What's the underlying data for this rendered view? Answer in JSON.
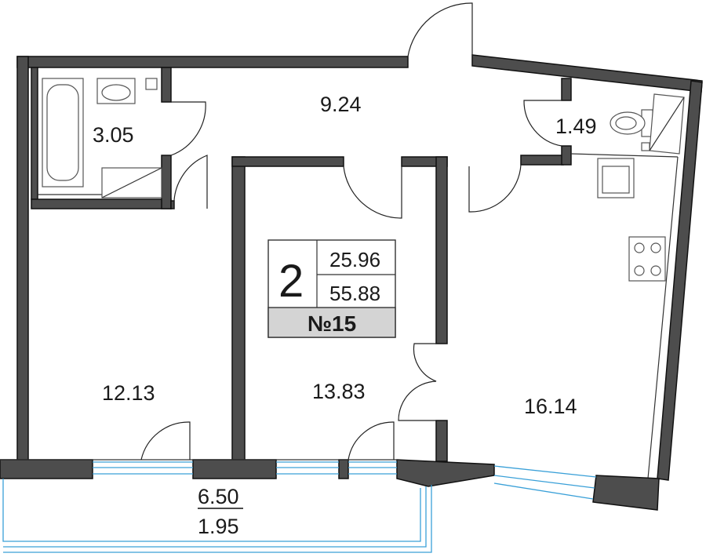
{
  "rooms": {
    "bathroom_area": "3.05",
    "hall_area": "9.24",
    "wc_area": "1.49",
    "bedroom_left_area": "12.13",
    "bedroom_middle_area": "13.83",
    "kitchen_area": "16.14",
    "loggia_area": "6.50",
    "loggia_reduced_area": "1.95"
  },
  "summary": {
    "rooms_count": "2",
    "living_area": "25.96",
    "total_area": "55.88",
    "apartment_number": "№15",
    "badge_color": "#d4d4d4"
  },
  "colors": {
    "wall": "#4d4d4d",
    "window": "#3aa0d8"
  }
}
